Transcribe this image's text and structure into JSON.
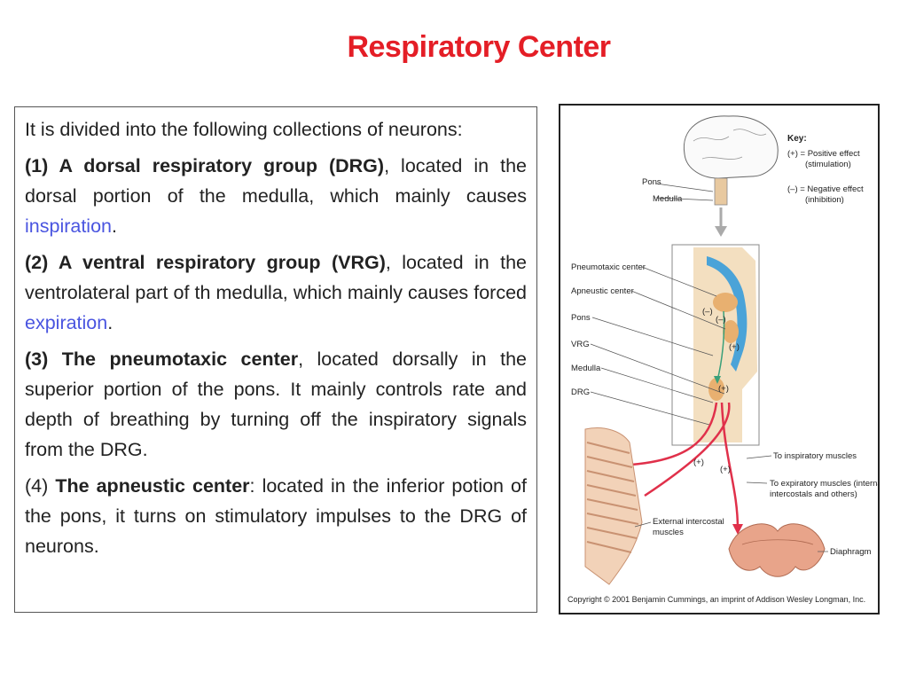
{
  "title": "Respiratory Center",
  "text": {
    "intro": "It is divided into the following collections of neurons:",
    "drg": {
      "bold": "(1) A dorsal respiratory group (DRG)",
      "pre": ", located in the dorsal portion of the medulla, which mainly causes ",
      "highlight": "inspiration",
      "post": "."
    },
    "vrg": {
      "bold": "(2) A ventral respiratory group (VRG)",
      "pre": ", located in the ventrolateral part of th medulla, which mainly causes forced ",
      "highlight": "expiration",
      "post": "."
    },
    "pneumotaxic": {
      "bold": "(3) The pneumotaxic center",
      "rest": ", located dorsally in the superior portion of the pons. It mainly controls rate and depth of breathing by turning off the inspiratory signals from the DRG."
    },
    "apneustic": {
      "prefix": "(4) ",
      "bold": "The apneustic center",
      "rest": ": located in the inferior potion of the pons, it turns on stimulatory impulses to the DRG of neurons."
    }
  },
  "figure": {
    "key_title": "Key:",
    "key_positive": "(+) = Positive effect",
    "key_positive_sub": "(stimulation)",
    "key_negative": "(–) = Negative effect",
    "key_negative_sub": "(inhibition)",
    "brain_pons": "Pons",
    "brain_medulla": "Medulla",
    "labels": {
      "pneumotaxic": "Pneumotaxic center",
      "apneustic": "Apneustic center",
      "pons": "Pons",
      "vrg": "VRG",
      "medulla": "Medulla",
      "drg": "DRG"
    },
    "signs": {
      "neg1": "(–)",
      "neg2": "(–)",
      "pos1": "(+)",
      "pos2": "(+)",
      "pos3": "(+)",
      "pos4": "(+)"
    },
    "to_inspiratory": "To inspiratory muscles",
    "to_expiratory": "To expiratory muscles (internal",
    "to_expiratory_2": "intercostals and others)",
    "ext_intercostal": "External intercostal",
    "ext_intercostal_2": "muscles",
    "diaphragm": "Diaphragm",
    "copyright": "Copyright © 2001 Benjamin Cummings, an imprint of Addison Wesley Longman, Inc."
  },
  "colors": {
    "title": "#e41e26",
    "highlight": "#4a55e0",
    "nerve": "#e0304a",
    "pathway": "#3aa07a",
    "csf": "#4aa3d8",
    "nucleus": "#e8b070",
    "tissue": "#f3dfc0"
  }
}
